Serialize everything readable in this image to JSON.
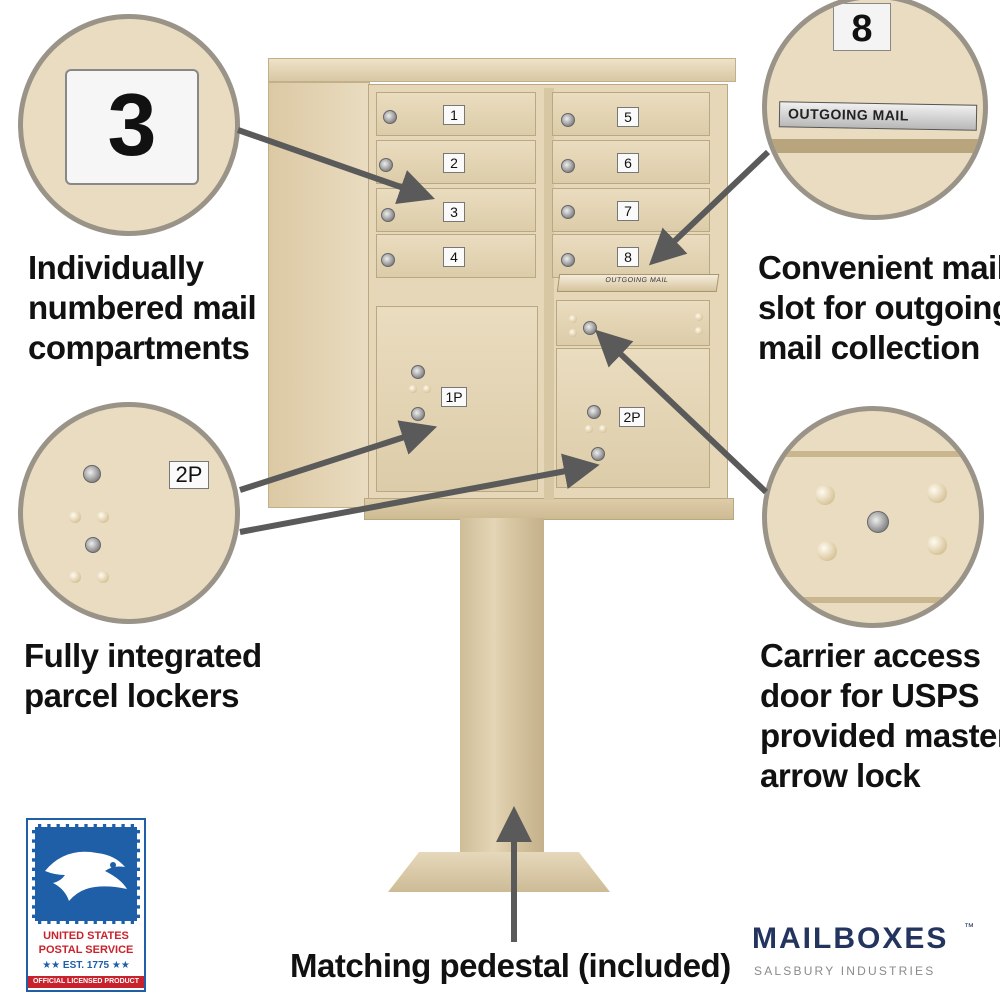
{
  "captions": {
    "compartments": [
      "Individually",
      "numbered mail",
      "compartments"
    ],
    "outgoing": [
      "Convenient mail",
      "slot for outgoing",
      "mail collection"
    ],
    "parcel": [
      "Fully integrated",
      "parcel lockers"
    ],
    "carrier": [
      "Carrier access",
      "door for USPS",
      "provided master",
      "arrow lock"
    ],
    "pedestal": "Matching pedestal (included)"
  },
  "compartments_left": [
    "1",
    "2",
    "3",
    "4"
  ],
  "compartments_right": [
    "5",
    "6",
    "7",
    "8"
  ],
  "parcel_lockers": [
    "1P",
    "2P"
  ],
  "outgoing_slot_label": "OUTGOING MAIL",
  "zoom": {
    "number": "3",
    "top_right_number": "8",
    "outgoing_label": "OUTGOING MAIL",
    "parcel_label": "2P"
  },
  "usps_logo": {
    "line1": "UNITED STATES",
    "line2": "POSTAL SERVICE",
    "line3": "★★ EST. 1775 ★★",
    "line4": "OFFICIAL LICENSED PRODUCT"
  },
  "brand": {
    "name": "MAILBOXES",
    "tm": "™",
    "sub": "SALSBURY INDUSTRIES"
  },
  "colors": {
    "sand": "#e3d3b2",
    "arrow": "#5a5a5a",
    "usps_blue": "#1f5fa8",
    "usps_red": "#c8232c",
    "brand_navy": "#23345e"
  }
}
